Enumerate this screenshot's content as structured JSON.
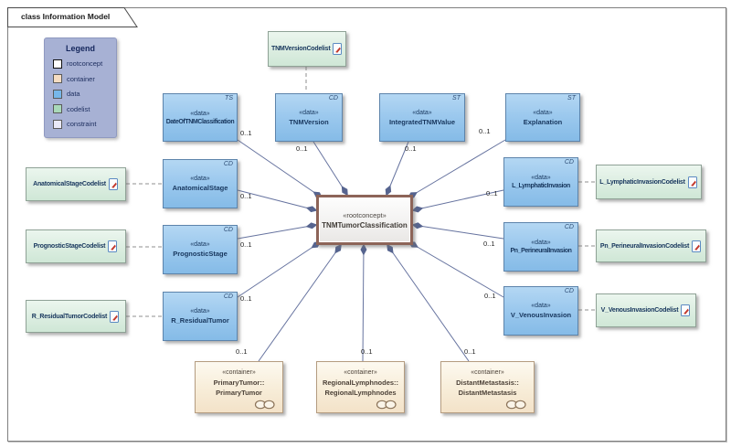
{
  "frame": {
    "title": "class Information Model"
  },
  "legend": {
    "title": "Legend",
    "items": [
      {
        "label": "rootconcept",
        "color": "#ffffff"
      },
      {
        "label": "container",
        "color": "#f5ddc2"
      },
      {
        "label": "data",
        "color": "#76b7ea"
      },
      {
        "label": "codelist",
        "color": "#a9d9b9"
      },
      {
        "label": "constraint",
        "color": "#e9e9f8"
      }
    ]
  },
  "root": {
    "stereotype": "«rootconcept»",
    "name": "TNMTumorClassification"
  },
  "data_nodes": [
    {
      "tag": "TS",
      "stereotype": "«data»",
      "name": "DateOfTNMClassification"
    },
    {
      "tag": "CD",
      "stereotype": "«data»",
      "name": "TNMVersion"
    },
    {
      "tag": "ST",
      "stereotype": "«data»",
      "name": "IntegratedTNMValue"
    },
    {
      "tag": "ST",
      "stereotype": "«data»",
      "name": "Explanation"
    },
    {
      "tag": "CD",
      "stereotype": "«data»",
      "name": "AnatomicalStage"
    },
    {
      "tag": "CD",
      "stereotype": "«data»",
      "name": "PrognosticStage"
    },
    {
      "tag": "CD",
      "stereotype": "«data»",
      "name": "R_ResidualTumor"
    },
    {
      "tag": "CD",
      "stereotype": "«data»",
      "name": "L_LymphaticInvasion"
    },
    {
      "tag": "CD",
      "stereotype": "«data»",
      "name": "Pn_PerineuralInvasion"
    },
    {
      "tag": "CD",
      "stereotype": "«data»",
      "name": "V_VenousInvasion"
    }
  ],
  "codelists": [
    {
      "name": "TNMVersionCodelist"
    },
    {
      "name": "AnatomicalStageCodelist"
    },
    {
      "name": "PrognosticStageCodelist"
    },
    {
      "name": "R_ResidualTumorCodelist"
    },
    {
      "name": "L_LymphaticInvasionCodelist"
    },
    {
      "name": "Pn_PerineuralInvasionCodelist"
    },
    {
      "name": "V_VenousInvasionCodelist"
    }
  ],
  "containers": [
    {
      "stereotype": "«container»",
      "line1": "PrimaryTumor::",
      "line2": "PrimaryTumor"
    },
    {
      "stereotype": "«container»",
      "line1": "RegionalLymphnodes::",
      "line2": "RegionalLymphnodes"
    },
    {
      "stereotype": "«container»",
      "line1": "DistantMetastasis::",
      "line2": "DistantMetastasis"
    }
  ],
  "multiplicity": "0..1",
  "colors": {
    "data_fill": "#9cc9ee",
    "data_border": "#5d84ab",
    "codelist_fill": "#ddeee2",
    "codelist_border": "#8fa296",
    "container_fill": "#f8eeda",
    "container_border": "#b49c80",
    "root_border": "#8d6458",
    "connector": "#66739f",
    "legend_bg": "#a7b1d4"
  }
}
